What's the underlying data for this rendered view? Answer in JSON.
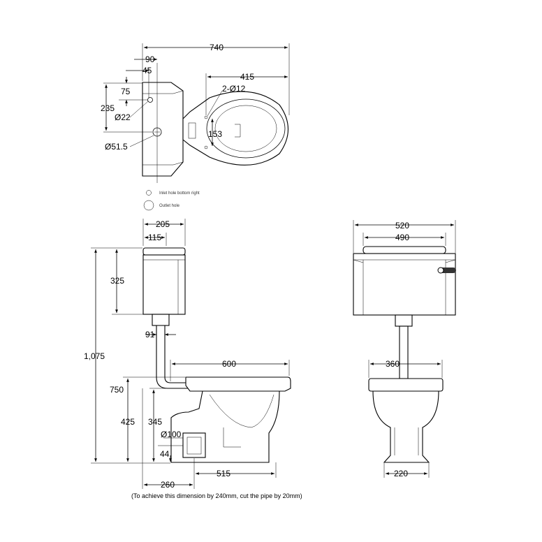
{
  "plan": {
    "dim_740": "740",
    "dim_90": "90",
    "dim_45": "45",
    "dim_415": "415",
    "dim_2xd12": "2-Ø12",
    "dim_75": "75",
    "dim_235": "235",
    "dim_d22": "Ø22",
    "dim_153": "153",
    "dim_d515": "Ø51.5",
    "legend_inlet": "Inlet hole bottom right",
    "legend_outlet": "Outlet hole"
  },
  "side": {
    "dim_205": "205",
    "dim_115": "115",
    "dim_325": "325",
    "dim_1075": "1,075",
    "dim_91": "91",
    "dim_600": "600",
    "dim_750": "750",
    "dim_425": "425",
    "dim_345": "345",
    "dim_d100": "Ø100",
    "dim_44": "44",
    "dim_260": "260",
    "dim_515": "515",
    "note": "(To achieve this dimension by 240mm, cut the pipe by 20mm)"
  },
  "front": {
    "dim_520": "520",
    "dim_490": "490",
    "dim_360": "360",
    "dim_220": "220"
  }
}
